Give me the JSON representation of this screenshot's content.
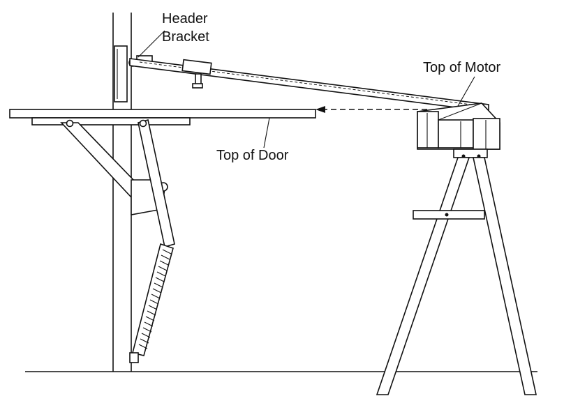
{
  "labels": {
    "header_bracket_line1": "Header",
    "header_bracket_line2": "Bracket",
    "top_of_motor": "Top of Motor",
    "top_of_door": "Top of Door"
  }
}
